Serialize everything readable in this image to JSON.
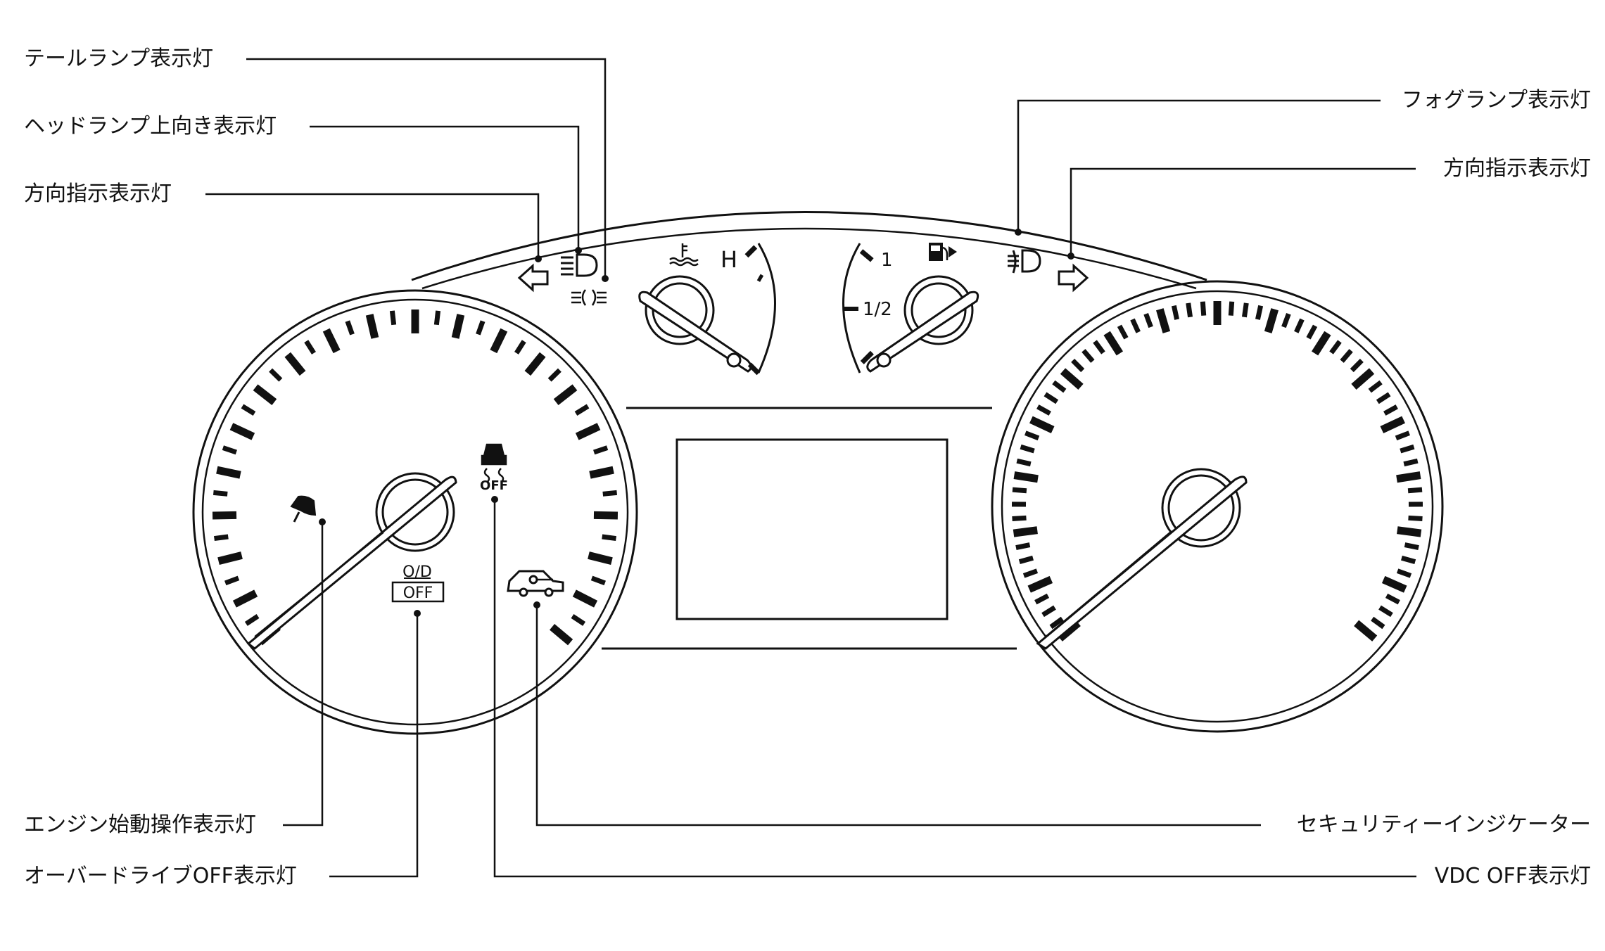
{
  "labels": {
    "tail_lamp": "テールランプ表示灯",
    "high_beam": "ヘッドランプ上向き表示灯",
    "turn_left": "方向指示表示灯",
    "fog_lamp": "フォグランプ表示灯",
    "turn_right": "方向指示表示灯",
    "engine_start": "エンジン始動操作表示灯",
    "od_off": "オーバードライブOFF表示灯",
    "security": "セキュリティーインジケーター",
    "vdc_off": "VDC OFF表示灯"
  },
  "gauge_marks": {
    "temp_hot": "H",
    "fuel_full": "1",
    "fuel_half": "1/2"
  },
  "indicator_text": {
    "vdc_off": "OFF",
    "od_top": "O/D",
    "od_bottom": "OFF"
  },
  "colors": {
    "line": "#111111",
    "background": "#ffffff"
  }
}
